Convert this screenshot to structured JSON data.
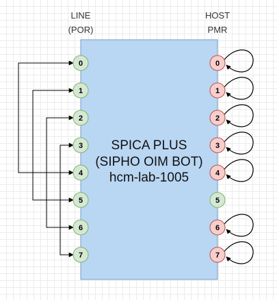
{
  "headers": {
    "line": [
      "LINE",
      "(POR)"
    ],
    "host": [
      "HOST",
      "PMR"
    ]
  },
  "device": {
    "lines": [
      "SPICA PLUS",
      "(SIPHO OIM BOT)",
      "hcm-lab-1005"
    ],
    "fill": "#b9d6f2",
    "stroke": "#7a9cc6"
  },
  "line_ports": {
    "labels": [
      "0",
      "1",
      "2",
      "3",
      "4",
      "5",
      "6",
      "7"
    ],
    "fill": "#d5e8d4",
    "stroke": "#82b366"
  },
  "host_ports": {
    "labels": [
      "0",
      "1",
      "2",
      "3",
      "4",
      "5",
      "6",
      "7"
    ],
    "status": [
      "loop",
      "loop",
      "loop",
      "loop",
      "loop",
      "plain",
      "loop",
      "loop"
    ],
    "loop_fill": "#f8cecc",
    "loop_stroke": "#b85450",
    "plain_fill": "#d5e8d4",
    "plain_stroke": "#82b366"
  },
  "connections": [
    {
      "from": 0,
      "to": 4
    },
    {
      "from": 4,
      "to": 0
    },
    {
      "from": 1,
      "to": 5
    },
    {
      "from": 5,
      "to": 1
    },
    {
      "from": 2,
      "to": 6
    },
    {
      "from": 6,
      "to": 2
    },
    {
      "from": 3,
      "to": 7
    },
    {
      "from": 7,
      "to": 3
    }
  ]
}
